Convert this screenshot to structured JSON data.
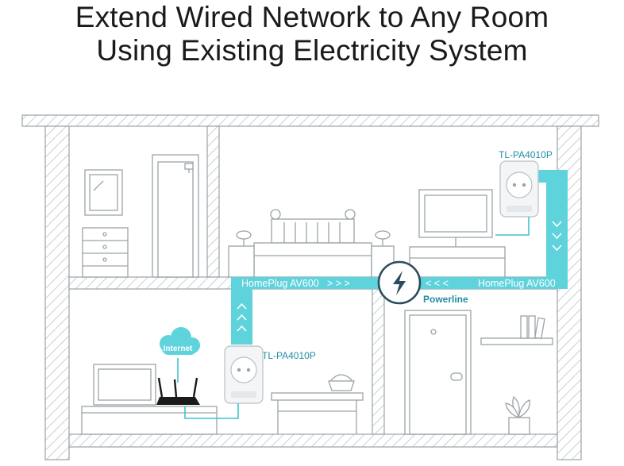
{
  "title": {
    "line1": "Extend Wired Network to Any Room",
    "line2": "Using Existing Electricity System"
  },
  "labels": {
    "left_flow": "HomePlug AV600",
    "left_arrows": "> > >",
    "right_flow": "HomePlug AV600",
    "right_arrows": "< < <",
    "powerline": "Powerline",
    "internet": "Internet",
    "adapter_top": "TL-PA4010P",
    "adapter_bottom": "TL-PA4010P"
  },
  "colors": {
    "accent": "#5fd3dc",
    "outline": "#9aa3a8",
    "hatch": "#c9d0d3",
    "text_teal": "#1f8ea3",
    "hub": "#2b4c5a"
  }
}
